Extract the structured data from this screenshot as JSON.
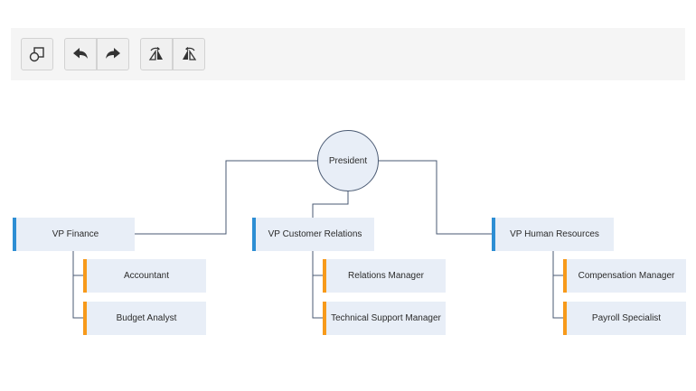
{
  "toolbar": {
    "buttons": [
      {
        "id": "shape",
        "icon": "shape-icon"
      },
      {
        "id": "undo",
        "icon": "undo-icon"
      },
      {
        "id": "redo",
        "icon": "redo-icon"
      },
      {
        "id": "flip-horizontal",
        "icon": "flip-horizontal-icon"
      },
      {
        "id": "flip-horizontal-alt",
        "icon": "flip-alt-icon"
      }
    ]
  },
  "colors": {
    "vp_accent": "#2d8ed4",
    "employee_accent": "#f79a1b",
    "node_fill": "#e8eef7",
    "connector": "#4a5a73"
  },
  "org": {
    "president": "President",
    "vps": [
      {
        "name": "VP Finance",
        "reports": [
          "Accountant",
          "Budget Analyst"
        ]
      },
      {
        "name": "VP Customer Relations",
        "reports": [
          "Relations Manager",
          "Technical Support Manager"
        ]
      },
      {
        "name": "VP Human Resources",
        "reports": [
          "Compensation Manager",
          "Payroll Specialist"
        ]
      }
    ]
  }
}
